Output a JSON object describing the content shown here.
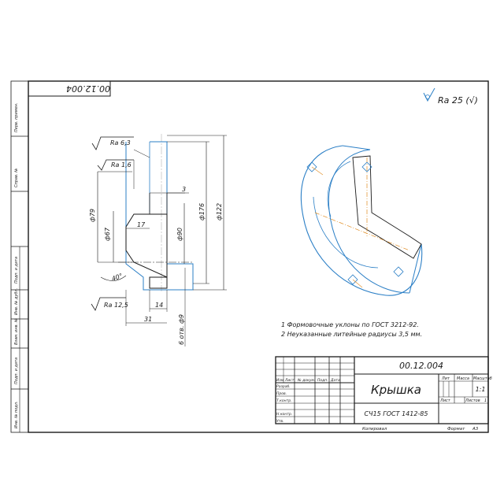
{
  "drawing_number": "00.12.004",
  "drawing_number_rotated": "00.12.004",
  "roughness_general": "Ra 25 (√)",
  "side_labels": [
    "Перв. примен.",
    "Справ. №",
    "Подп. и дата",
    "Инв. № дубл.",
    "Взам. инв. №",
    "Подп. и дата",
    "Инв. № подл."
  ],
  "dimensions": {
    "ra63": "Ra 6,3",
    "ra16": "Ra 1,6",
    "ra125": "Ra 12,5",
    "d79": "ф79",
    "d67": "ф67",
    "d176": "ф176",
    "d122": "ф122",
    "d90": "ф90",
    "dim3": "3",
    "dim17": "17",
    "dim14": "14",
    "dim31": "31",
    "angle": "40°",
    "holes": "6 отв. ф9"
  },
  "notes": [
    "1 Формовочные уклоны по ГОСТ 3212-92.",
    "2 Неуказанные литейные радиусы 3,5 мм."
  ],
  "title_block": {
    "number": "00.12.004",
    "name": "Крышка",
    "material": "СЧ15 ГОСТ 1412-85",
    "headers": {
      "lit": "Лит",
      "mass": "Масса",
      "scale": "Масштаб"
    },
    "scale_value": "1:1",
    "sheet_label": "Лист",
    "sheets_label": "Листов",
    "sheets_value": "1",
    "row_labels": [
      "Изм",
      "Лист",
      "№ докум.",
      "Подп.",
      "Дата"
    ],
    "role_labels": [
      "Разраб.",
      "Пров.",
      "Т.контр.",
      "",
      "Н.контр.",
      "Утв."
    ],
    "copied": "Копировал",
    "format_label": "Формат",
    "format_value": "A3"
  }
}
